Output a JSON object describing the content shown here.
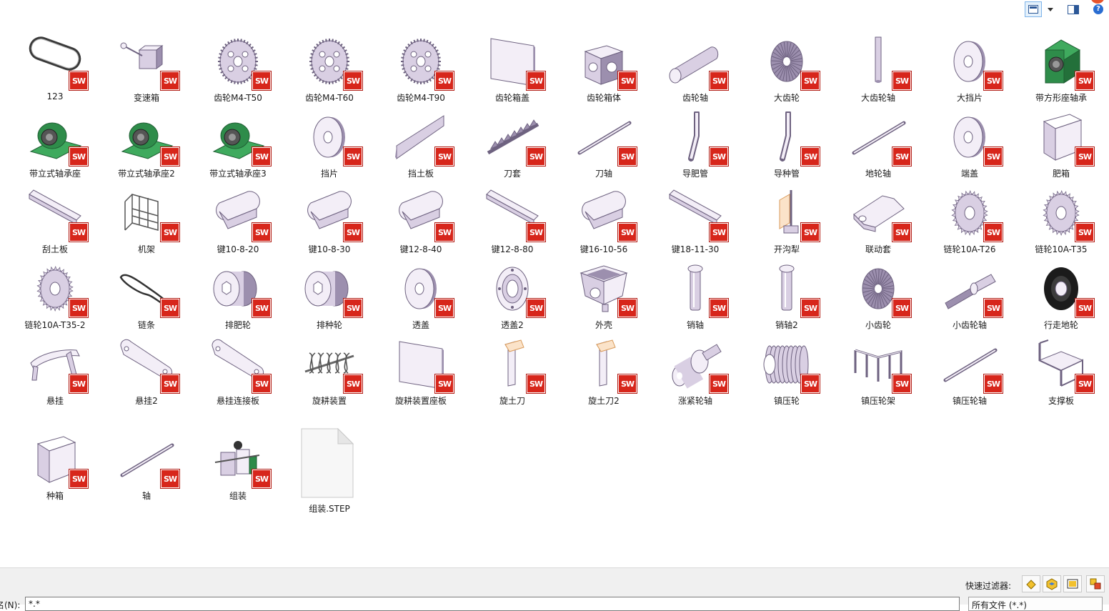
{
  "toolbar": {
    "view_icon": "view-mode-icon",
    "dropdown_icon": "chevron-down-icon",
    "pane_icon": "preview-pane-icon",
    "help_icon": "help-icon",
    "help_glyph": "?"
  },
  "sw_badge": "SW",
  "files": [
    {
      "label": "123",
      "thumb": "belt"
    },
    {
      "label": "变速箱",
      "thumb": "gearbox"
    },
    {
      "label": "齿轮M4-T50",
      "thumb": "gear"
    },
    {
      "label": "齿轮M4-T60",
      "thumb": "gear"
    },
    {
      "label": "齿轮M4-T90",
      "thumb": "gear"
    },
    {
      "label": "齿轮箱盖",
      "thumb": "plate"
    },
    {
      "label": "齿轮箱体",
      "thumb": "box"
    },
    {
      "label": "齿轮轴",
      "thumb": "cylinder"
    },
    {
      "label": "大齿轮",
      "thumb": "bevel"
    },
    {
      "label": "大齿轮轴",
      "thumb": "vshaft"
    },
    {
      "label": "大挡片",
      "thumb": "washer"
    },
    {
      "label": "带方形座轴承",
      "thumb": "bearing-green"
    },
    {
      "label": "带立式轴承座",
      "thumb": "pillow-green"
    },
    {
      "label": "带立式轴承座2",
      "thumb": "pillow-green"
    },
    {
      "label": "带立式轴承座3",
      "thumb": "pillow-green"
    },
    {
      "label": "挡片",
      "thumb": "washer"
    },
    {
      "label": "挡土板",
      "thumb": "blade"
    },
    {
      "label": "刀套",
      "thumb": "screw"
    },
    {
      "label": "刀轴",
      "thumb": "rod"
    },
    {
      "label": "导肥管",
      "thumb": "pipe"
    },
    {
      "label": "导种管",
      "thumb": "pipe"
    },
    {
      "label": "地轮轴",
      "thumb": "rod"
    },
    {
      "label": "端盖",
      "thumb": "washer"
    },
    {
      "label": "肥箱",
      "thumb": "hopper"
    },
    {
      "label": "刮土板",
      "thumb": "bar"
    },
    {
      "label": "机架",
      "thumb": "frame"
    },
    {
      "label": "键10-8-20",
      "thumb": "key"
    },
    {
      "label": "键10-8-30",
      "thumb": "key"
    },
    {
      "label": "键12-8-40",
      "thumb": "key"
    },
    {
      "label": "键12-8-80",
      "thumb": "bar"
    },
    {
      "label": "键16-10-56",
      "thumb": "key"
    },
    {
      "label": "键18-11-30",
      "thumb": "bar"
    },
    {
      "label": "开沟犁",
      "thumb": "plow"
    },
    {
      "label": "联动套",
      "thumb": "hex"
    },
    {
      "label": "链轮10A-T26",
      "thumb": "sprocket"
    },
    {
      "label": "链轮10A-T35",
      "thumb": "sprocket"
    },
    {
      "label": "链轮10A-T35-2",
      "thumb": "sprocket"
    },
    {
      "label": "链条",
      "thumb": "chain"
    },
    {
      "label": "排肥轮",
      "thumb": "roller"
    },
    {
      "label": "排种轮",
      "thumb": "roller"
    },
    {
      "label": "透盖",
      "thumb": "washer"
    },
    {
      "label": "透盖2",
      "thumb": "flange"
    },
    {
      "label": "外壳",
      "thumb": "housing"
    },
    {
      "label": "销轴",
      "thumb": "pin"
    },
    {
      "label": "销轴2",
      "thumb": "pin"
    },
    {
      "label": "小齿轮",
      "thumb": "bevel"
    },
    {
      "label": "小齿轮轴",
      "thumb": "spline"
    },
    {
      "label": "行走地轮",
      "thumb": "wheel"
    },
    {
      "label": "悬挂",
      "thumb": "hanger"
    },
    {
      "label": "悬挂2",
      "thumb": "link"
    },
    {
      "label": "悬挂连接板",
      "thumb": "link"
    },
    {
      "label": "旋耕装置",
      "thumb": "tiller"
    },
    {
      "label": "旋耕装置座板",
      "thumb": "plate"
    },
    {
      "label": "旋土刀",
      "thumb": "knife"
    },
    {
      "label": "旋土刀2",
      "thumb": "knife"
    },
    {
      "label": "涨紧轮轴",
      "thumb": "stepped"
    },
    {
      "label": "镇压轮",
      "thumb": "spring"
    },
    {
      "label": "镇压轮架",
      "thumb": "bracket"
    },
    {
      "label": "镇压轮轴",
      "thumb": "rod"
    },
    {
      "label": "支撑板",
      "thumb": "support"
    },
    {
      "label": "种箱",
      "thumb": "hopper"
    },
    {
      "label": "轴",
      "thumb": "rod"
    },
    {
      "label": "组装",
      "thumb": "assembly"
    },
    {
      "label": "组装.STEP",
      "thumb": "file",
      "no_badge": true
    }
  ],
  "bottom": {
    "quick_filter_label": "快速过滤器:",
    "filter_icons": [
      "filter-part-icon",
      "filter-assembly-icon",
      "filter-drawing-icon",
      "filter-toplevel-icon"
    ],
    "filename_label": "名(N):",
    "filename_value": "*.*",
    "filetype_value": "所有文件 (*.*)"
  }
}
